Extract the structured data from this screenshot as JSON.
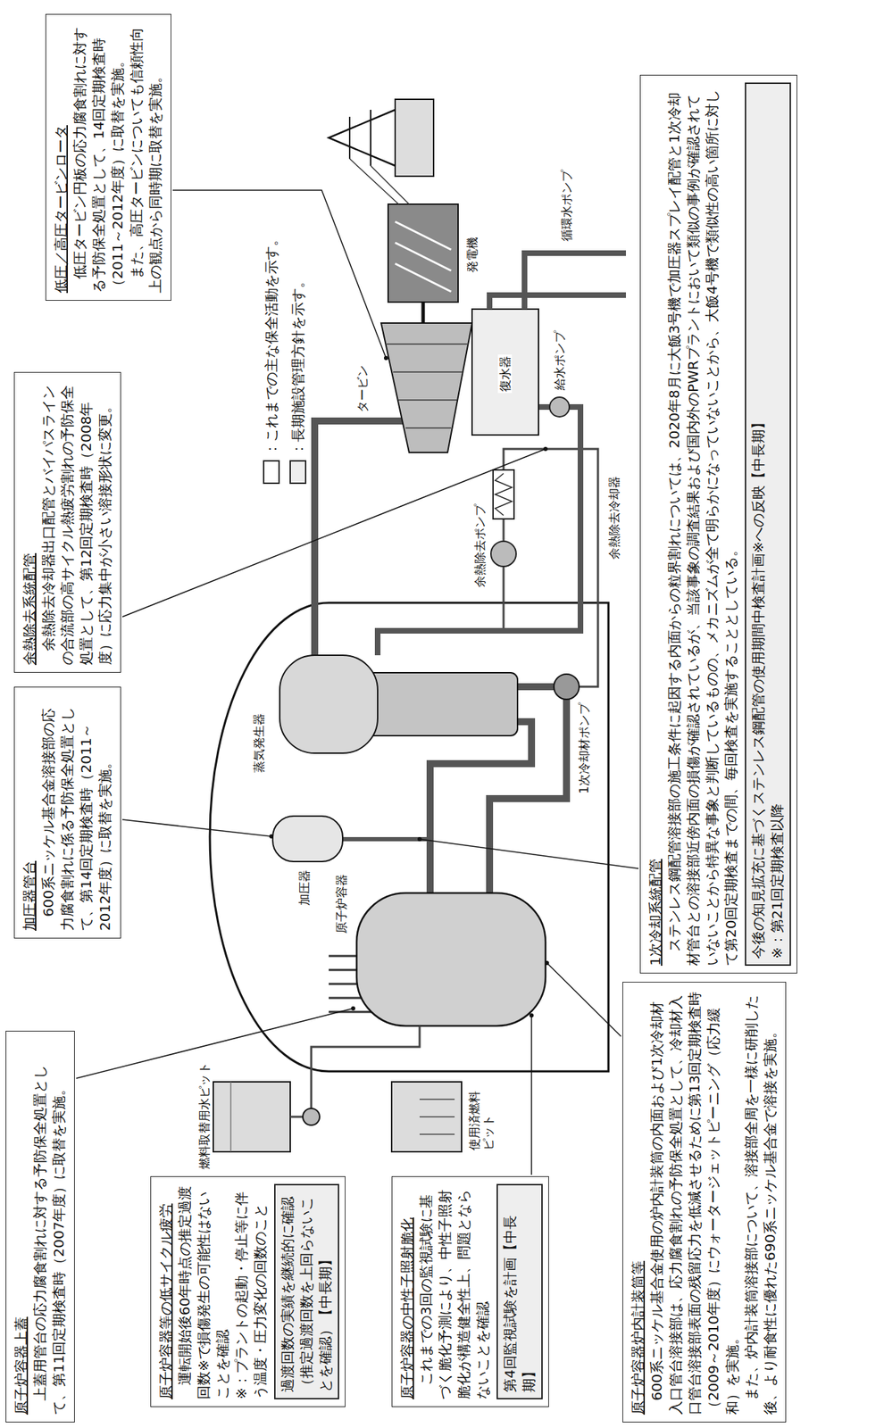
{
  "diagram": {
    "nodes": [
      {
        "text": [
          "原子炉容器上蓋",
          "上蓋用管台の応力腐食割れに対する予防保全処置として、第11回定期検査時（2007年度）に取替を実施。"
        ]
      },
      {
        "text": [
          "加圧器管台",
          "600系ニッケル基合金溶接部の応力腐食割れに係る予防保全処置として、第14回定期検査時（2011～2012年度）に取替を実施。"
        ]
      },
      {
        "text": [
          "余熱除去系統配管",
          "余熱除去冷却器出口配管とバイパスラインの合流部の高サイクル熱疲労割れの予防保全処置として、第12回定期検査時（2008年度）に応力集中が小さい溶接形状に変更。"
        ]
      },
      {
        "text": [
          "低圧／高圧タービンロータ",
          "低圧タービン円板の応力腐食割れに対する予防保全処置として、14回定期検査時（2011～2012年度）に取替を実施。",
          "また、高圧タービンについても信頼性向上の観点から同時期に取替を実施。"
        ]
      },
      {
        "text": [
          "原子炉容器等の低サイクル疲労",
          "運転開始後60年時点の推定過渡回数※で損傷発生の可能性はないことを確認",
          "※：プラントの起動・停止等に伴う温度・圧力変化の回数のこと"
        ]
      },
      {
        "text": [
          "過渡回数の実績を継続的に確認（推定過渡回数を上回らないことを確認）【中長期】"
        ],
        "in": 4
      },
      {
        "text": [
          "原子炉容器の中性子照射脆化",
          "これまでの3回の監視試験に基づく脆化予測により、中性子照射脆化が構造健全性上、問題とならないことを確認"
        ]
      },
      {
        "text": [
          "第4回監視試験を計画【中長期】"
        ],
        "in": 6
      },
      {
        "text": [
          "原子炉容器炉内計装筒等",
          "600系ニッケル基合金使用の炉内計装筒の内面および1次冷却材入口管台溶接部は、応力腐食割れの予防保全処置として、冷却材入口管台溶接部表面の残留応力を低減させるために第13回定期検査時（2009～2010年度）にウォータージェットピーニング（応力緩和）を実施。",
          "また、炉内計装筒溶接部について、溶接部全周を一様に研削した後、より耐食性に優れた690系ニッケル基合金で溶接を実施。"
        ]
      },
      {
        "text": [
          "1次冷却系統配管",
          "ステンレス鋼配管溶接部の施工条件に起因する内面からの粒界割れについては、2020年8月に大飯3号機で加圧器スプレイ配管と1次冷却材管台との溶接部近傍内面の損傷が確認されているが、当該事象の調査結果および国内外のPWRプラントにおいて類似の事例が確認されていないことから特異な事象と判断しているものの、メカニズムが全て明らかになっていないことから、大飯4号機で類似性の高い箇所に対して第20回定期検査までの間、毎回検査を実施することとしている。"
        ]
      },
      {
        "text": [
          "今後の知見拡充に基づくステンレス鋼配管の使用期間中検査計画※への反映【中長期】",
          "※：第21回定期検査以降"
        ],
        "in": 9
      }
    ],
    "labels": [
      "原子炉容器",
      "加圧器",
      "蒸気発生器",
      "1次冷却材ポンプ",
      "余熱除去ポンプ",
      "余熱除去冷却器",
      "タービン",
      "発電機",
      "復水器",
      "循環水ポンプ",
      "給水ポンプ",
      "燃料取替用水ピット",
      "使用済燃料ピット"
    ],
    "legend": [
      {
        "text": "：これまでの主な保全活動を示す。",
        "color": "#ffffff"
      },
      {
        "text": "：長期施設管理方針を示す。",
        "color": "#eeeeee"
      }
    ]
  }
}
